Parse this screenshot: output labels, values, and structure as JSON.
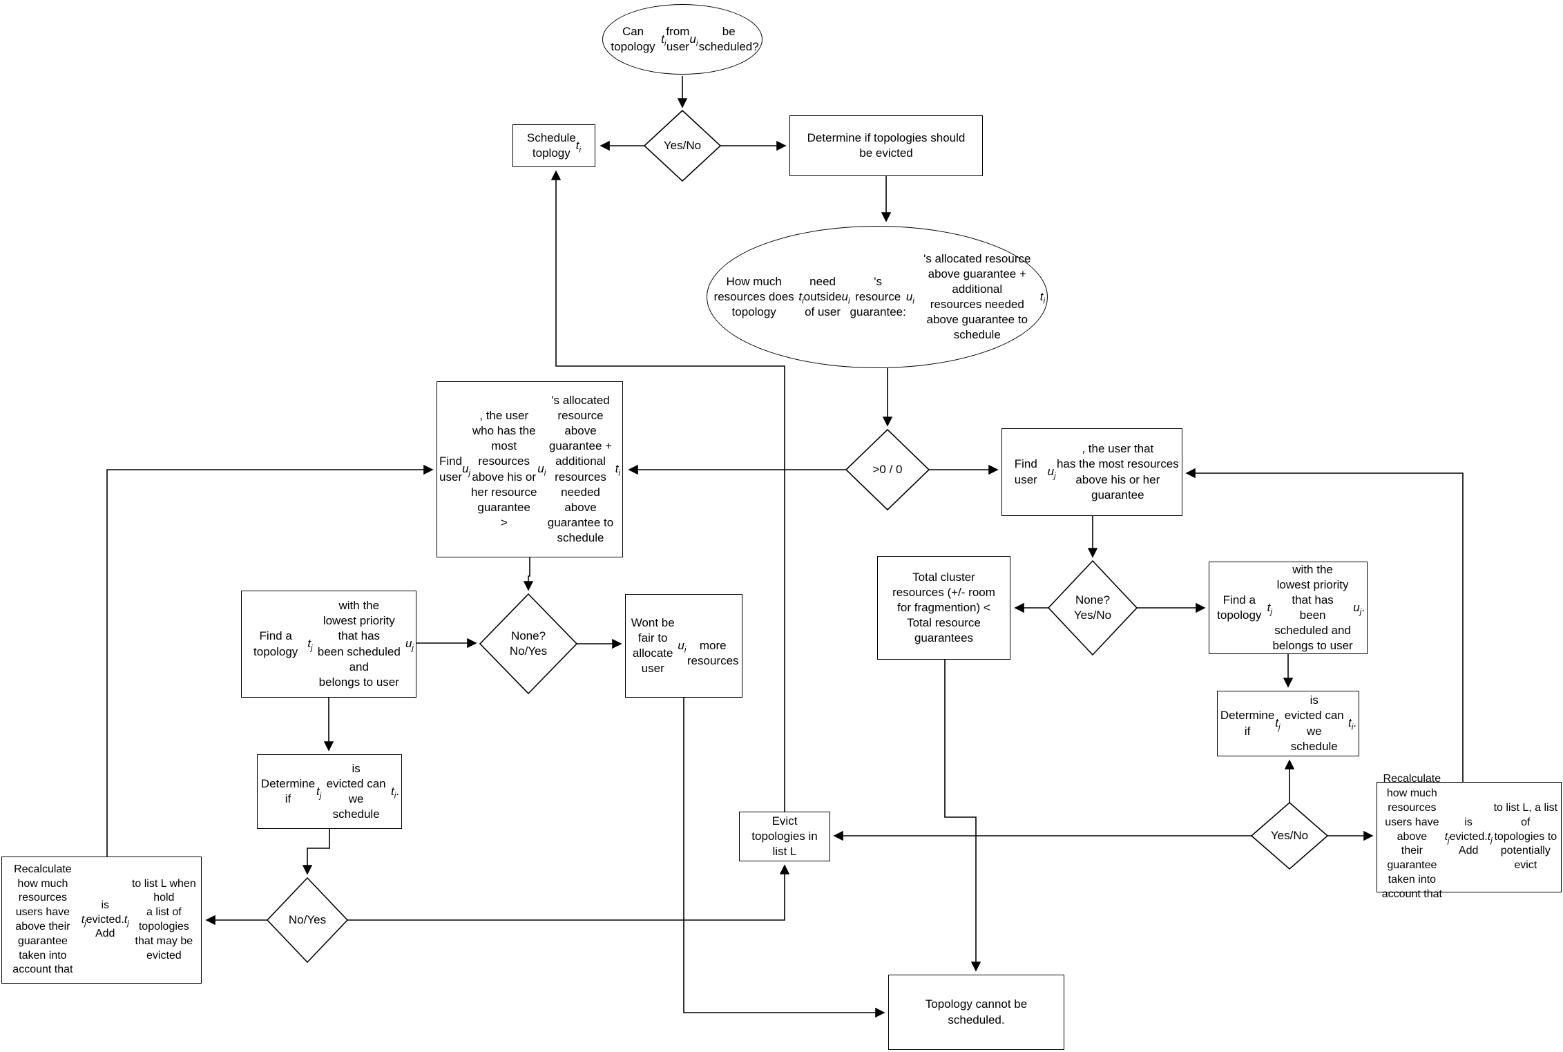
{
  "diagram": {
    "type": "flowchart",
    "background": "#ffffff",
    "line_color": "#000000",
    "node_border_color": "#000000"
  },
  "nodes": {
    "start": {
      "label": "Can topology t_i from\nuser u_i be scheduled?"
    },
    "decision_schedulable": {
      "label": "Yes/No"
    },
    "schedule": {
      "label": "Schedule\ntoplogy t_i"
    },
    "determine_evict": {
      "label": "Determine if topologies should\nbe evicted"
    },
    "resources_needed": {
      "label": "How much resources does topology t_i  need outside\nof user u_i's resource guarantee:\nu_i's allocated resource above guarantee + additional\nresources needed above guarantee to schedule t_i"
    },
    "decision_gt0": {
      "label": ">0 / 0"
    },
    "find_user_fair": {
      "label": "Find user u_j, the user\nwho has the most  resources\nabove his or her resource\nguarantee\n> u_i's allocated resource\nabove guarantee + additional\nresources needed above\nguarantee to schedule t_i"
    },
    "find_user_guarantee": {
      "label": "Find user u_j, the user that\nhas the most resources\nabove his or her guarantee"
    },
    "decision_none_left": {
      "label": "None?\nNo/Yes"
    },
    "find_topology_left": {
      "label": "Find a topology t_j with the\nlowest priority that has\nbeen scheduled and\nbelongs to user u_j"
    },
    "wont_be_fair": {
      "label": "Wont be fair to\nallocate user u_i\nmore resources"
    },
    "total_cluster": {
      "label": "Total cluster\nresources (+/- room\nfor fragmention) <\nTotal resource\nguarantees"
    },
    "decision_none_right": {
      "label": "None?\nYes/No"
    },
    "find_topology_right": {
      "label": "Find a topology t_j with the\nlowest priority that has\nbeen scheduled and\nbelongs to user u_j."
    },
    "determine_evicted_right": {
      "label": "Determine if t_j is\nevicted can we\nschedule t_i ."
    },
    "decision_yesno_right": {
      "label": "Yes/No"
    },
    "recalc_right": {
      "label": "Recalculate how much\nresources users have above\ntheir guarantee taken into\naccount that t_j is evicted.\nAdd t_j to list L, a list of\ntopologies to potentially evict"
    },
    "evict_list": {
      "label": "Evict\ntopologies in\nlist L"
    },
    "determine_evicted_left": {
      "label": "Determine if t_j is\nevicted can we\nschedule t_i ."
    },
    "decision_noyes_left": {
      "label": "No/Yes"
    },
    "recalc_left": {
      "label": "Recalculate how much resources\nusers have above their guarantee\ntaken into account that t_j is\nevicted. Add t_j to list L when hold\na list of topologies that may be\nevicted"
    },
    "cannot_schedule": {
      "label": "Topology cannot be\nscheduled."
    }
  }
}
